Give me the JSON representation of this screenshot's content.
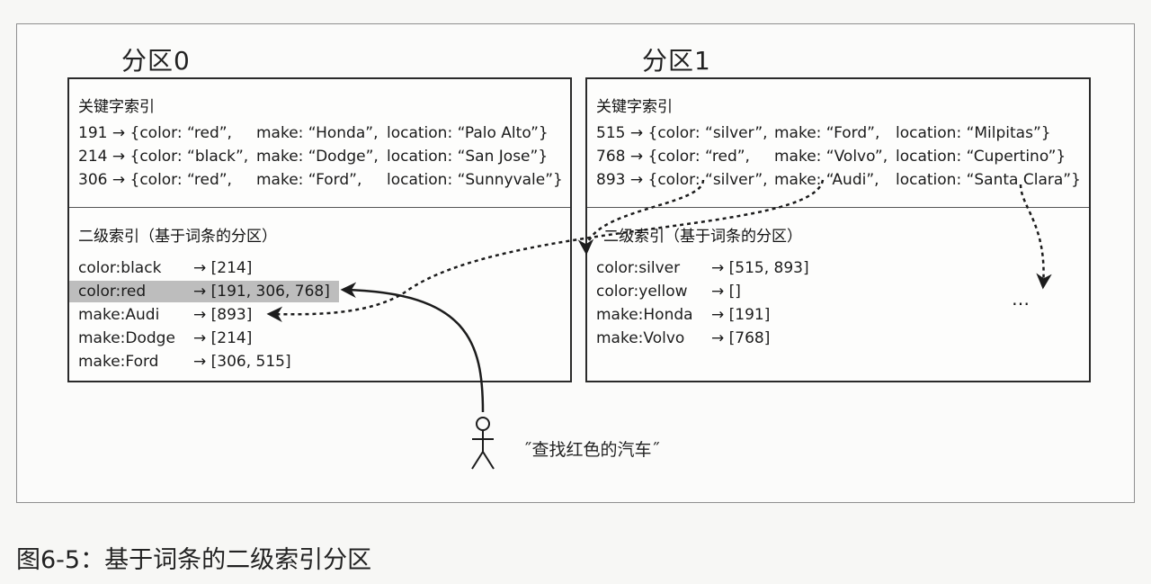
{
  "partitions": [
    {
      "title": "分区0",
      "primary_title": "关键字索引",
      "primary_rows": [
        {
          "id": "191 → {color: “red”,",
          "make": "make: “Honda”,",
          "location": "location: “Palo Alto”}"
        },
        {
          "id": "214 → {color: “black”,",
          "make": "make: “Dodge”,",
          "location": "location: “San Jose”}"
        },
        {
          "id": "306 → {color: “red”,",
          "make": "make: “Ford”,",
          "location": "location: “Sunnyvale”}"
        }
      ],
      "secondary_title": "二级索引（基于词条的分区）",
      "secondary_rows": [
        {
          "term": "color:black",
          "postings": "→ [214]"
        },
        {
          "term": "color:red",
          "postings": "→ [191, 306, 768]"
        },
        {
          "term": "make:Audi",
          "postings": "→ [893]"
        },
        {
          "term": "make:Dodge",
          "postings": "→ [214]"
        },
        {
          "term": "make:Ford",
          "postings": "→ [306, 515]"
        }
      ]
    },
    {
      "title": "分区1",
      "primary_title": "关键字索引",
      "primary_rows": [
        {
          "id": "515 → {color: “silver”,",
          "make": "make: “Ford”,",
          "location": "location: “Milpitas”}"
        },
        {
          "id": "768 → {color: “red”,",
          "make": "make: “Volvo”,",
          "location": "location: “Cupertino”}"
        },
        {
          "id": "893 → {color: “silver”,",
          "make": "make: “Audi”,",
          "location": "location: “Santa Clara”}"
        }
      ],
      "secondary_title": "二级索引（基于词条的分区）",
      "secondary_rows": [
        {
          "term": "color:silver",
          "postings": "→ [515, 893]"
        },
        {
          "term": "color:yellow",
          "postings": "→ []"
        },
        {
          "term": "make:Honda",
          "postings": "→ [191]"
        },
        {
          "term": "make:Volvo",
          "postings": "→ [768]"
        }
      ],
      "ellipsis": "…"
    }
  ],
  "query": "˝查找红色的汽车˝",
  "caption": "图6-5：基于词条的二级索引分区",
  "colors": {
    "highlight": "#bdbdbd",
    "ink": "#1c1c1c",
    "border": "#2a2a2a"
  }
}
